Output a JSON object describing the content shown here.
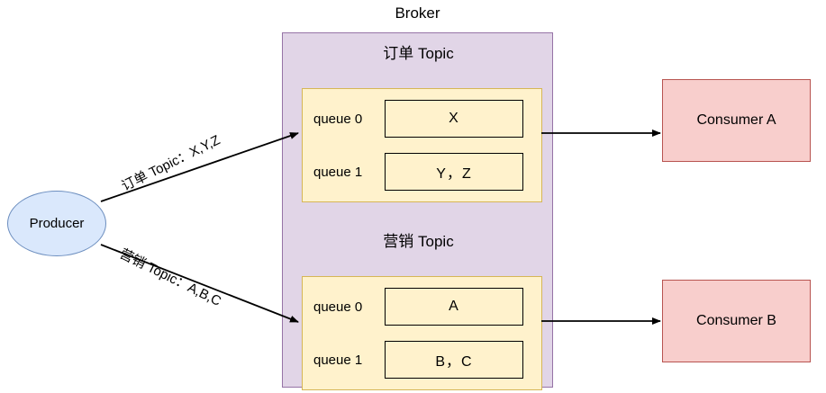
{
  "diagram": {
    "title": "Broker",
    "producer": {
      "label": "Producer"
    },
    "broker": {
      "label": "Broker",
      "topics": [
        {
          "title": "订单 Topic",
          "queues": [
            {
              "label": "queue 0",
              "value": "X"
            },
            {
              "label": "queue 1",
              "value": "Y，Z"
            }
          ]
        },
        {
          "title": "营销 Topic",
          "queues": [
            {
              "label": "queue 0",
              "value": "A"
            },
            {
              "label": "queue 1",
              "value": "B，C"
            }
          ]
        }
      ]
    },
    "consumers": [
      {
        "label": "Consumer A"
      },
      {
        "label": "Consumer B"
      }
    ],
    "edges": [
      {
        "label": "订单 Topic：X,Y,Z",
        "from": "producer",
        "to": "订单 Topic"
      },
      {
        "label": "营销 Topic：A,B,C",
        "from": "producer",
        "to": "营销 Topic"
      },
      {
        "label": "",
        "from": "订单 Topic",
        "to": "Consumer A"
      },
      {
        "label": "",
        "from": "营销 Topic",
        "to": "Consumer B"
      }
    ],
    "colors": {
      "broker_fill": "#e1d5e7",
      "broker_stroke": "#9673a6",
      "topic_fill": "#fff2cc",
      "topic_stroke": "#d6b656",
      "producer_fill": "#dae8fc",
      "producer_stroke": "#6c8ebf",
      "consumer_fill": "#f8cecc",
      "consumer_stroke": "#b85450",
      "edge_stroke": "#000000"
    }
  }
}
